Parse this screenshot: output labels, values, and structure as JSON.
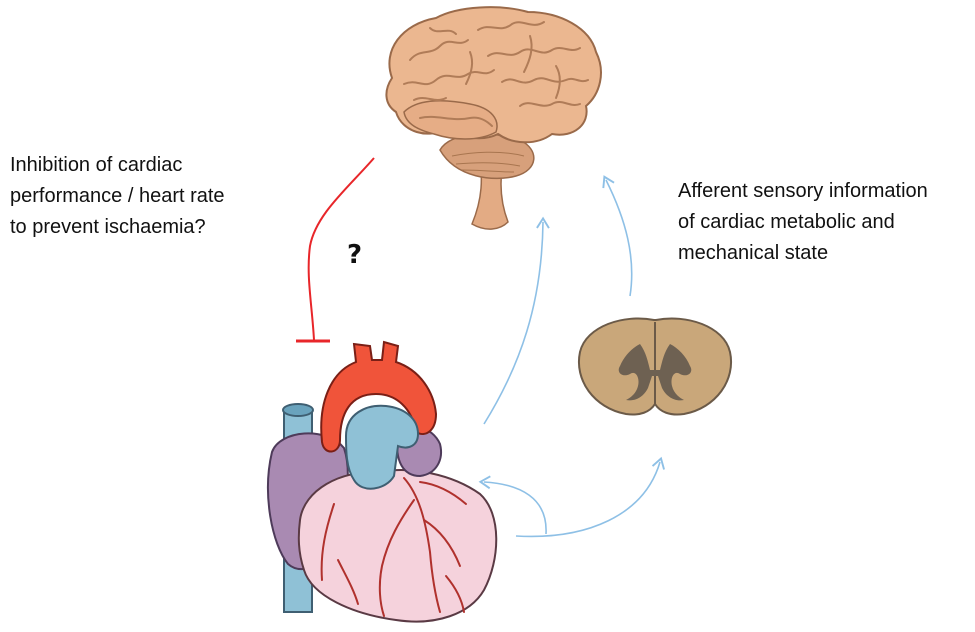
{
  "labels": {
    "inhibition": {
      "line1": "Inhibition of cardiac",
      "line2": "performance / heart rate",
      "line3": "to prevent ischaemia?"
    },
    "afferent": {
      "line1": "Afferent sensory information",
      "line2": "of cardiac metabolic and",
      "line3": "mechanical state"
    },
    "question_mark": "?"
  },
  "colors": {
    "inhibitory_pathway": "#e8262a",
    "afferent_pathway": "#8ec0e6",
    "brain": "#e8b48c",
    "aorta": "#f0543a",
    "heart": "#f5d2dc",
    "vein": "#8fc1d6",
    "atrium": "#a98ab2",
    "spinal_cord": "#c9a77a"
  },
  "icons": [
    "brain-illustration",
    "heart-illustration",
    "spinal-cord-section-illustration"
  ]
}
